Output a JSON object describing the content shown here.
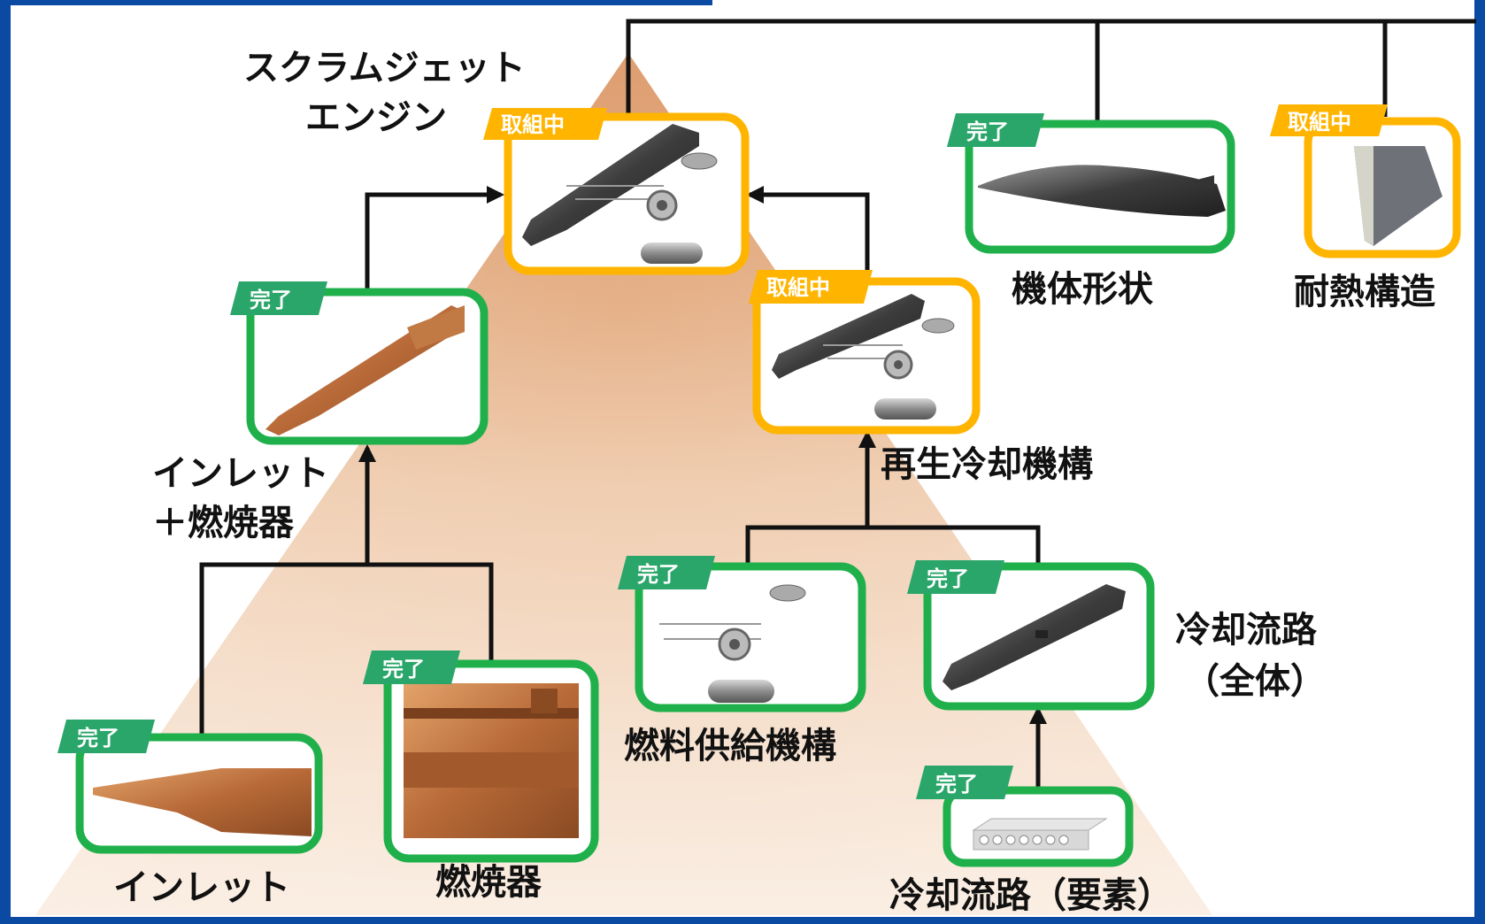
{
  "colors": {
    "complete": "#1fb04b",
    "complete_tag": "#2aa66a",
    "in_progress": "#ffb400",
    "frame_blue": "#0b4aa2",
    "connector": "#111111"
  },
  "status": {
    "complete": "完了",
    "in_progress": "取組中"
  },
  "nodes": {
    "scramjet": {
      "label_line1": "スクラムジェット",
      "label_line2": "エンジン",
      "status": "取組中",
      "image": "scramjet-engine-model"
    },
    "inlet_combustor": {
      "label_line1": "インレット",
      "label_line2": "＋燃焼器",
      "status": "完了",
      "image": "inlet-combustor-model"
    },
    "regen_cooling": {
      "label": "再生冷却機構",
      "status": "取組中",
      "image": "regenerative-cooling-model"
    },
    "airframe": {
      "label": "機体形状",
      "status": "完了",
      "image": "airframe-shape-model"
    },
    "thermal": {
      "label": "耐熱構造",
      "status": "取組中",
      "image": "heat-resistant-panel"
    },
    "inlet": {
      "label": "インレット",
      "status": "完了",
      "image": "inlet-model"
    },
    "combustor": {
      "label": "燃焼器",
      "status": "完了",
      "image": "combustor-model"
    },
    "fuel_supply": {
      "label": "燃料供給機構",
      "status": "完了",
      "image": "fuel-supply-model"
    },
    "cooling_all": {
      "label_line1": "冷却流路",
      "label_line2": "（全体）",
      "status": "完了",
      "image": "cooling-channel-full-model"
    },
    "cooling_elem": {
      "label": "冷却流路（要素）",
      "status": "完了",
      "image": "cooling-channel-element"
    }
  }
}
